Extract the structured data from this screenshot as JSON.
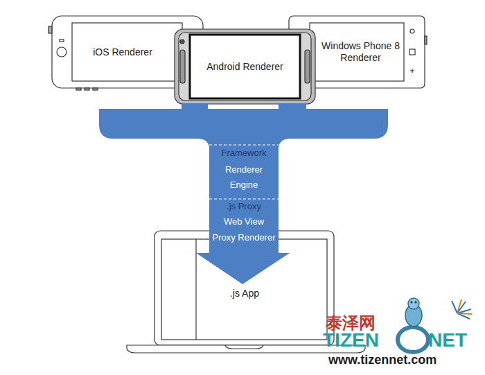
{
  "diagram": {
    "nodes": [
      {
        "text": [
          "iOS Renderer"
        ]
      },
      {
        "text": [
          "Android Renderer"
        ]
      },
      {
        "text": [
          "Windows Phone 8 Renderer"
        ]
      },
      {
        "text": [
          "Framework",
          "Renderer",
          "Engine",
          ".js Proxy",
          "Web View",
          "Proxy Renderer"
        ]
      },
      {
        "text": [
          ".js App"
        ]
      }
    ],
    "labels": [
      "泰泽网",
      "TIZEN",
      "NET",
      "www.tizennet.com"
    ]
  }
}
